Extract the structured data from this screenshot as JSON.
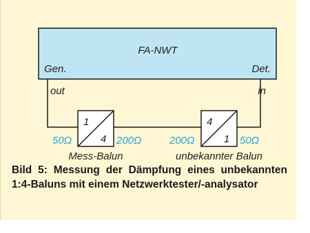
{
  "device": {
    "name": "FA-NWT",
    "port_left": "Gen.",
    "port_right": "Det."
  },
  "connections": {
    "out_label": "out",
    "in_label": "in"
  },
  "balun_left": {
    "top_ratio": "1",
    "bottom_ratio": "4",
    "imp_left": "50Ω",
    "imp_right": "200Ω",
    "caption": "Mess-Balun"
  },
  "balun_right": {
    "top_ratio": "4",
    "bottom_ratio": "1",
    "imp_left": "200Ω",
    "imp_right": "50Ω",
    "caption": "unbekannter Balun"
  },
  "figure_caption": "Bild 5: Messung der Dämpfung eines unbekannten 1:4-Baluns mit einem Netzwerktester/-analysator",
  "colors": {
    "panel_bg": "#fef6d4",
    "device_fill": "#bfe4f4",
    "impedance_text": "#2aa3d6"
  }
}
